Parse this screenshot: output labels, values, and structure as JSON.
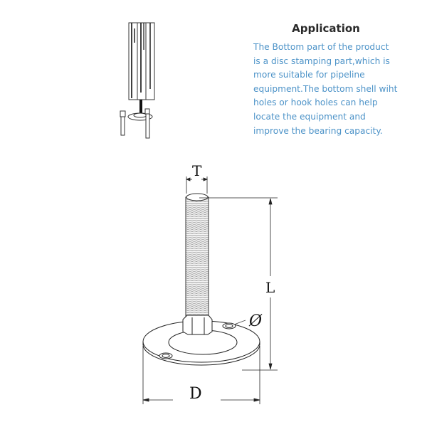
{
  "application": {
    "title": "Application",
    "lines": [
      "The Bottom part of the product",
      "is a disc stamping part,which is",
      "more suitable for pipeline",
      "equipment.The bottom shell wiht",
      "holes or hook holes can help",
      "locate the equipment and",
      "improve the bearing capacity."
    ],
    "text_color": "#4d93c8"
  },
  "diagram": {
    "labels": {
      "thread_diameter": "T",
      "length": "L",
      "hole_diameter": "Ø",
      "disc_diameter": "D"
    }
  }
}
